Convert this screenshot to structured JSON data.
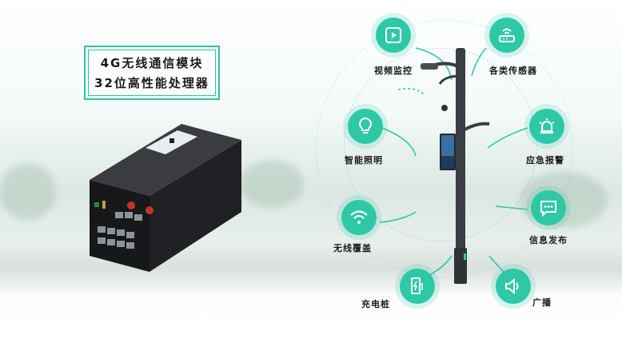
{
  "headline": {
    "line1": "4G无线通信模块",
    "line2": "32位高性能处理器"
  },
  "features": [
    {
      "label": "视频监控",
      "icon": "video-play-icon"
    },
    {
      "label": "各类传感器",
      "icon": "sensor-router-icon"
    },
    {
      "label": "智能照明",
      "icon": "light-bulb-icon"
    },
    {
      "label": "应急报警",
      "icon": "alarm-siren-icon"
    },
    {
      "label": "无线覆盖",
      "icon": "wifi-icon"
    },
    {
      "label": "信息发布",
      "icon": "message-chat-icon"
    },
    {
      "label": "充电桩",
      "icon": "charging-station-icon"
    },
    {
      "label": "广播",
      "icon": "speaker-icon"
    }
  ],
  "colors": {
    "accent": "#2fc8a6",
    "frame": "#2cc3a4",
    "device_body": "#1e1f21",
    "antenna_port": "#c0352a"
  }
}
